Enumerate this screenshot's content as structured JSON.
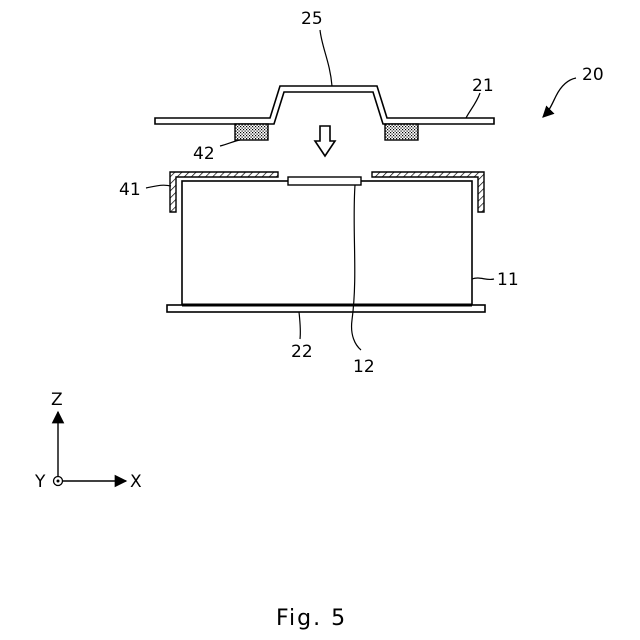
{
  "figure": {
    "caption": "Fig. 5",
    "labels": {
      "l25": "25",
      "l21": "21",
      "l20": "20",
      "l42": "42",
      "l41": "41",
      "l11": "11",
      "l22": "22",
      "l12": "12"
    },
    "axes": {
      "z": "Z",
      "x": "X",
      "y": "Y"
    }
  }
}
